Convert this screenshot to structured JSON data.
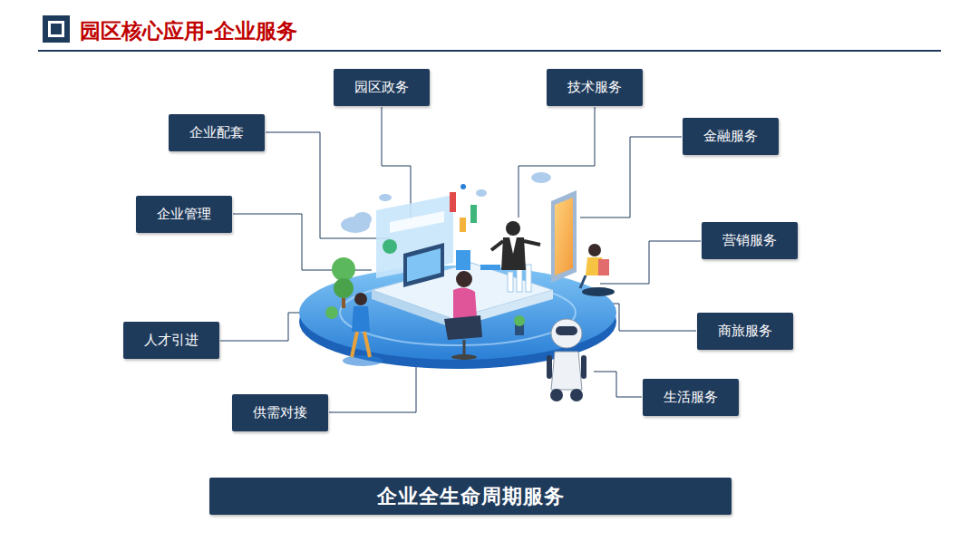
{
  "diagram": {
    "title": "园区核心应用-企业服务",
    "nodes": [
      {
        "text": [
          "园区政务"
        ]
      },
      {
        "text": [
          "技术服务"
        ]
      },
      {
        "text": [
          "企业配套"
        ]
      },
      {
        "text": [
          "金融服务"
        ]
      },
      {
        "text": [
          "企业管理"
        ]
      },
      {
        "text": [
          "营销服务"
        ]
      },
      {
        "text": [
          "人才引进"
        ]
      },
      {
        "text": [
          "商旅服务"
        ]
      },
      {
        "text": [
          "生活服务"
        ]
      },
      {
        "text": [
          "供需对接"
        ]
      },
      {
        "text": [
          "企业全生命周期服务"
        ]
      }
    ]
  }
}
